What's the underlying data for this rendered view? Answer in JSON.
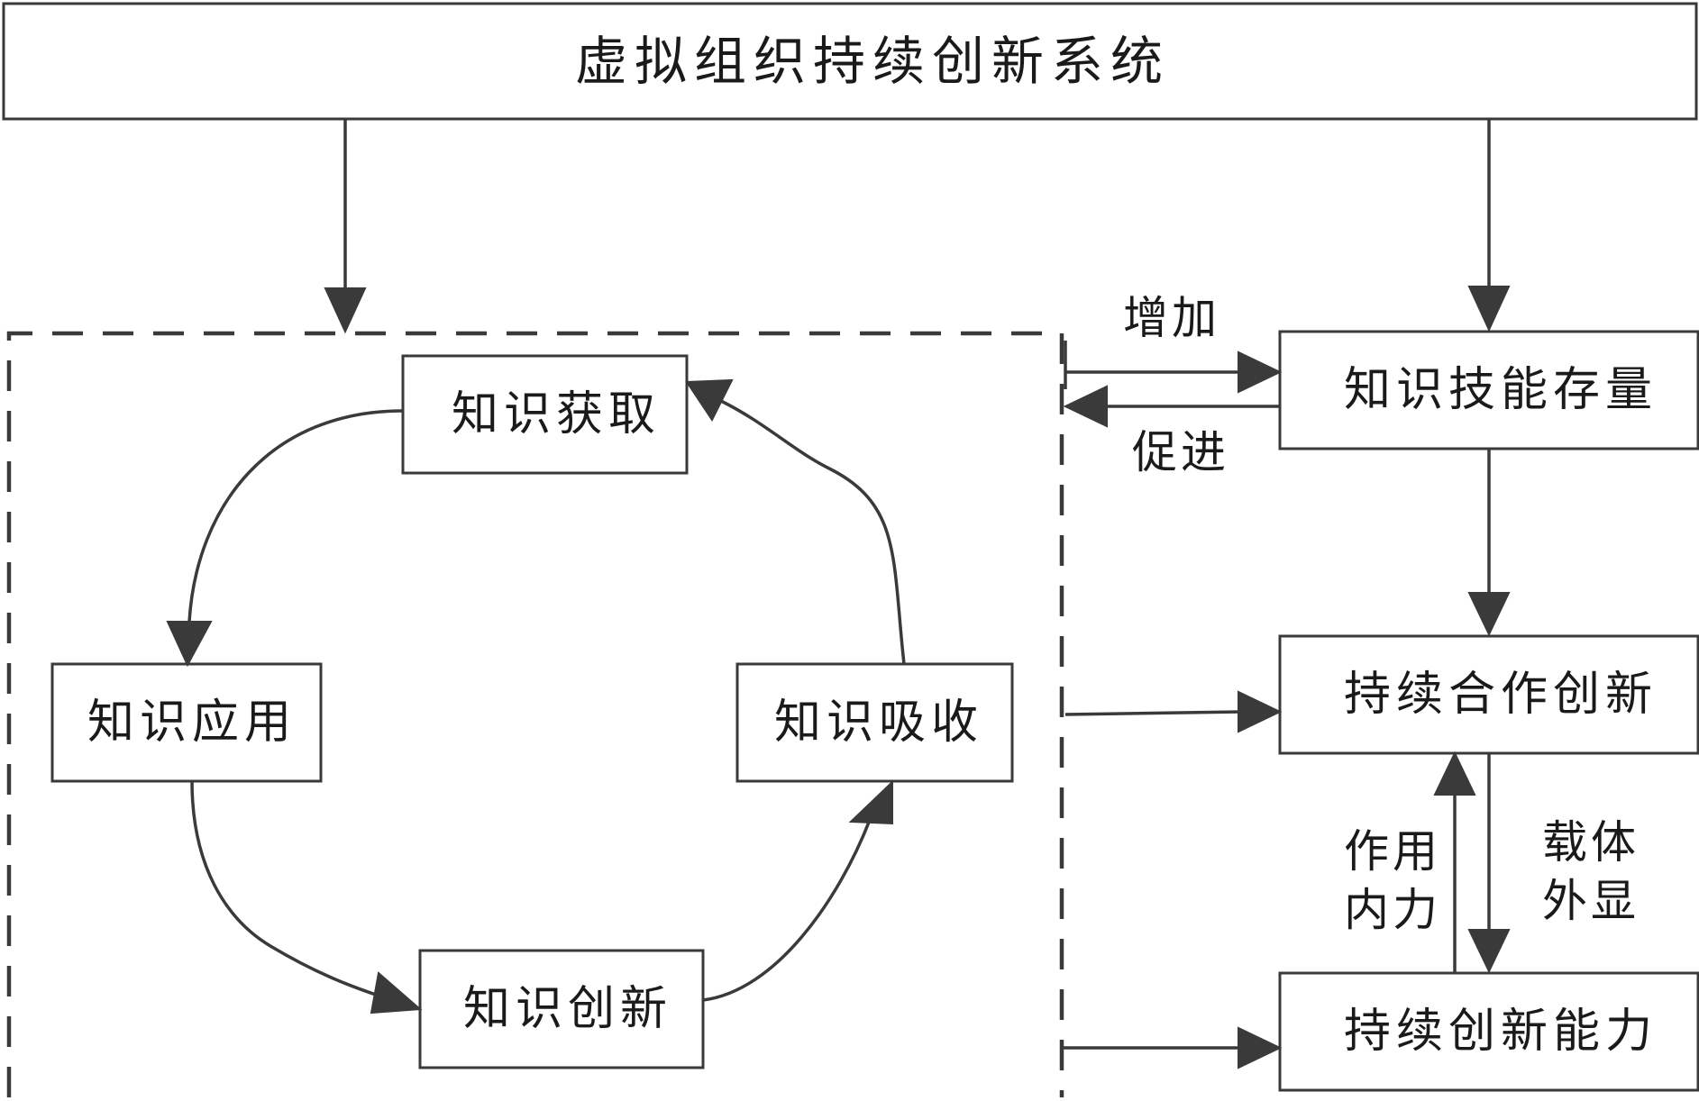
{
  "title": "虚拟组织持续创新系统",
  "cycle": {
    "acquire": "知识获取",
    "apply": "知识应用",
    "absorb": "知识吸收",
    "create": "知识创新"
  },
  "right": {
    "stock": "知识技能存量",
    "coop": "持续合作创新",
    "capability": "持续创新能力"
  },
  "edges": {
    "increase": "增加",
    "promote": "促进",
    "inner_force_line1": "作用",
    "inner_force_line2": "内力",
    "carrier_line1": "载体",
    "carrier_line2": "外显"
  }
}
